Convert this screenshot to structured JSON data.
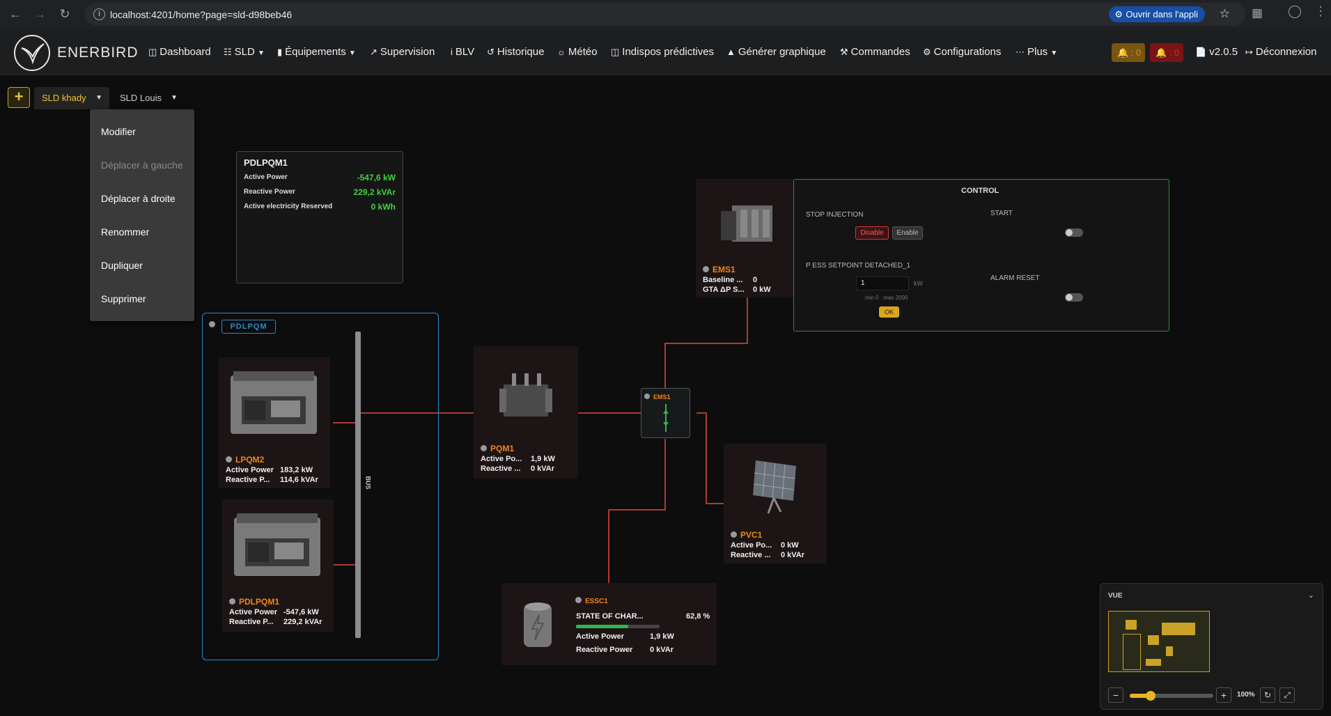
{
  "browser": {
    "url": "localhost:4201/home?page=sld-d98beb46",
    "open_app": "Ouvrir dans l'appli"
  },
  "app": {
    "brand": "ENERBIRD",
    "nav": [
      "Dashboard",
      "SLD",
      "Équipements",
      "Supervision",
      "BLV",
      "Historique",
      "Météo",
      "Indispos prédictives",
      "Générer graphique",
      "Commandes",
      "Configurations",
      "Plus"
    ],
    "badges": [
      "0",
      "0"
    ],
    "version": "v2.0.5",
    "logout": "Déconnexion"
  },
  "tabs": {
    "add": "+",
    "items": [
      "SLD khady",
      "SLD Louis"
    ]
  },
  "menu": {
    "items": [
      "Modifier",
      "Déplacer à gauche",
      "Déplacer à droite",
      "Renommer",
      "Dupliquer",
      "Supprimer"
    ]
  },
  "info_panel": {
    "title": "PDLPQM1",
    "rows": [
      {
        "label": "Active Power",
        "value": "-547,6 kW"
      },
      {
        "label": "Reactive Power",
        "value": "229,2 kVAr"
      },
      {
        "label": "Active electricity Reserved",
        "value": "0 kWh"
      }
    ]
  },
  "group": {
    "tag": "PDLPQM",
    "bus": "BUS"
  },
  "devices": {
    "lpqm2": {
      "name": "LPQM2",
      "l1": "Active Power",
      "v1": "183,2 kW",
      "l2": "Reactive P...",
      "v2": "114,6 kVAr"
    },
    "pdlpqm1": {
      "name": "PDLPQM1",
      "l1": "Active Power",
      "v1": "-547,6 kW",
      "l2": "Reactive P...",
      "v2": "229,2 kVAr"
    },
    "pqm1": {
      "name": "PQM1",
      "l1": "Active Po...",
      "v1": "1,9 kW",
      "l2": "Reactive ...",
      "v2": "0 kVAr"
    },
    "ems1": {
      "name": "EMS1",
      "l1": "Baseline ...",
      "v1": "0",
      "l2": "GTA ΔP S...",
      "v2": "0 kW"
    },
    "ems_node": {
      "name": "EMS1"
    },
    "pvc1": {
      "name": "PVC1",
      "l1": "Active Po...",
      "v1": "0 kW",
      "l2": "Reactive ...",
      "v2": "0 kVAr"
    },
    "essc1": {
      "name": "ESSC1",
      "soc_label": "STATE OF CHAR...",
      "soc_value": "62,8 %",
      "soc": 0.628,
      "l1": "Active Power",
      "v1": "1,9 kW",
      "l2": "Reactive Power",
      "v2": "0 kVAr"
    }
  },
  "control": {
    "title": "CONTROL",
    "stop_injection": "STOP INJECTION",
    "disable": "Disable",
    "enable": "Enable",
    "start": "START",
    "setpoint_label": "P ESS SETPOINT DETACHED_1",
    "setpoint_value": "1",
    "unit": "kW",
    "range": "min 0   max 2000",
    "ok": "OK",
    "alarm_reset": "ALARM RESET"
  },
  "vue": {
    "title": "VUE",
    "zoom": "100%",
    "zoom_level": 0.25
  },
  "colors": {
    "accent": "#f1c232",
    "orange": "#f0861a",
    "green": "#3fd23f",
    "wire": "#b03a30",
    "blue": "#2a8bc9"
  }
}
